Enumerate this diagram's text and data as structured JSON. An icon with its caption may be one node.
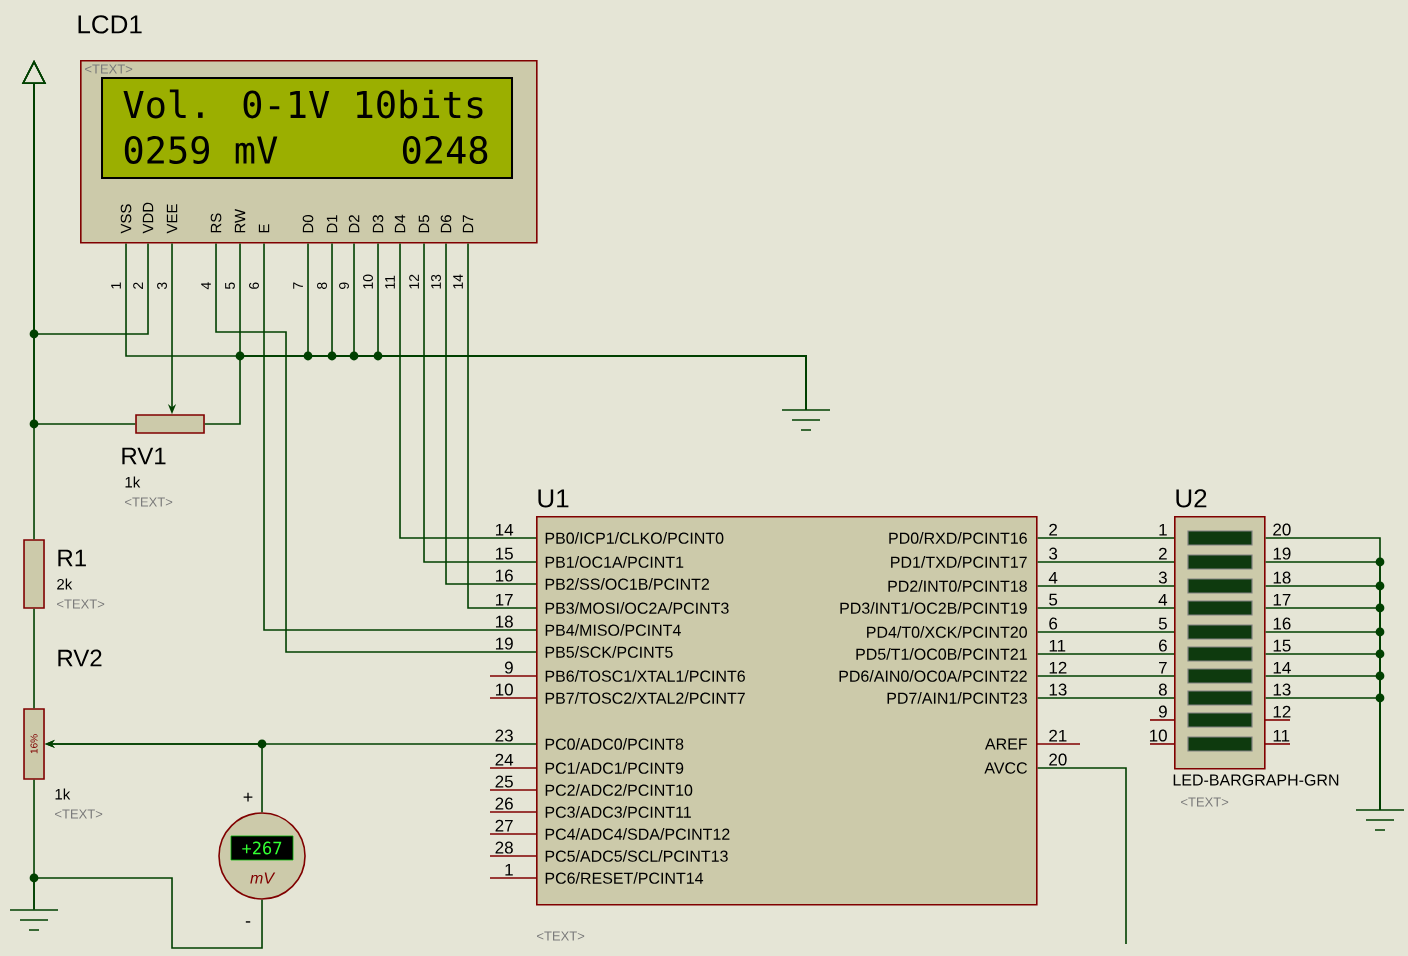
{
  "diagram": {
    "nodes": [
      {
        "text": [
          "LCD1",
          "Vol. 0-1V 10bits",
          "0259 mV",
          "0248",
          "<TEXT>",
          "VSS",
          "VDD",
          "VEE",
          "RS",
          "RW",
          "E",
          "D0",
          "D1",
          "D2",
          "D3",
          "D4",
          "D5",
          "D6",
          "D7"
        ],
        "beside": [
          "1",
          "2",
          "3",
          "4",
          "5",
          "6",
          "7",
          "8",
          "9",
          "10",
          "11",
          "12",
          "13",
          "14"
        ]
      },
      {
        "text": [
          "RV1",
          "1k",
          "<TEXT>"
        ]
      },
      {
        "text": [],
        "shape": "ground"
      },
      {
        "text": [
          "R1",
          "2k",
          "<TEXT>"
        ]
      },
      {
        "text": [
          "RV2",
          "16%",
          "1k",
          "<TEXT>"
        ]
      },
      {
        "text": [
          "+267",
          "mV"
        ],
        "beside": [
          "+",
          "-"
        ]
      },
      {
        "text": [],
        "shape": "ground"
      },
      {
        "text": [
          "U1",
          "PB0/ICP1/CLKO/PCINT0",
          "PB1/OC1A/PCINT1",
          "PB2/SS/OC1B/PCINT2",
          "PB3/MOSI/OC2A/PCINT3",
          "PB4/MISO/PCINT4",
          "PB5/SCK/PCINT5",
          "PB6/TOSC1/XTAL1/PCINT6",
          "PB7/TOSC2/XTAL2/PCINT7",
          "PC0/ADC0/PCINT8",
          "PC1/ADC1/PCINT9",
          "PC2/ADC2/PCINT10",
          "PC3/ADC3/PCINT11",
          "PC4/ADC4/SDA/PCINT12",
          "PC5/ADC5/SCL/PCINT13",
          "PC6/RESET/PCINT14",
          "PD0/RXD/PCINT16",
          "PD1/TXD/PCINT17",
          "PD2/INT0/PCINT18",
          "PD3/INT1/OC2B/PCINT19",
          "PD4/T0/XCK/PCINT20",
          "PD5/T1/OC0B/PCINT21",
          "PD6/AIN0/OC0A/PCINT22",
          "PD7/AIN1/PCINT23",
          "AREF",
          "AVCC",
          "<TEXT>"
        ],
        "beside": [
          "14",
          "15",
          "16",
          "17",
          "18",
          "19",
          "9",
          "10",
          "23",
          "24",
          "25",
          "26",
          "27",
          "28",
          "1",
          "2",
          "3",
          "4",
          "5",
          "6",
          "11",
          "12",
          "13",
          "21",
          "20"
        ]
      },
      {
        "text": [
          "U2",
          "LED-BARGRAPH-GRN",
          "<TEXT>",
          "1",
          "2",
          "3",
          "4",
          "5",
          "6",
          "7",
          "8",
          "9",
          "10",
          "20",
          "19",
          "18",
          "17",
          "16",
          "15",
          "14",
          "13",
          "12",
          "11"
        ]
      },
      {
        "text": [],
        "shape": "ground"
      }
    ],
    "edges": [
      {
        "from": 0,
        "to": 2,
        "arrow": "none"
      },
      {
        "from": 0,
        "to": 2,
        "arrow": "none"
      },
      {
        "from": 0,
        "to": 2,
        "arrow": "none"
      },
      {
        "from": 0,
        "to": 2,
        "arrow": "none"
      },
      {
        "from": 0,
        "to": 2,
        "arrow": "none"
      },
      {
        "from": 0,
        "to": 2,
        "arrow": "none"
      },
      {
        "from": 0,
        "to": null,
        "arrow": "to"
      },
      {
        "from": 0,
        "to": 1,
        "arrow": "to"
      },
      {
        "from": 0,
        "to": 7,
        "arrow": "none"
      },
      {
        "from": 0,
        "to": 7,
        "arrow": "none"
      },
      {
        "from": 0,
        "to": 7,
        "arrow": "none"
      },
      {
        "from": 0,
        "to": 7,
        "arrow": "none"
      },
      {
        "from": 0,
        "to": 7,
        "arrow": "none"
      },
      {
        "from": 0,
        "to": 7,
        "arrow": "none"
      },
      {
        "from": 1,
        "to": null,
        "arrow": "to"
      },
      {
        "from": 1,
        "to": 2,
        "arrow": "none"
      },
      {
        "from": 3,
        "to": null,
        "arrow": "to"
      },
      {
        "from": 3,
        "to": 4,
        "arrow": "none"
      },
      {
        "from": 7,
        "to": 4,
        "arrow": "to"
      },
      {
        "from": 5,
        "to": 4,
        "arrow": "to"
      },
      {
        "from": 4,
        "to": 6,
        "arrow": "none"
      },
      {
        "from": 5,
        "to": 6,
        "arrow": "none"
      },
      {
        "from": 7,
        "to": 8,
        "arrow": "none"
      },
      {
        "from": 7,
        "to": 8,
        "arrow": "none"
      },
      {
        "from": 7,
        "to": 8,
        "arrow": "none"
      },
      {
        "from": 7,
        "to": 8,
        "arrow": "none"
      },
      {
        "from": 7,
        "to": 8,
        "arrow": "none"
      },
      {
        "from": 7,
        "to": 8,
        "arrow": "none"
      },
      {
        "from": 7,
        "to": 8,
        "arrow": "none"
      },
      {
        "from": 7,
        "to": 8,
        "arrow": "none"
      },
      {
        "from": 8,
        "to": 9,
        "arrow": "none"
      },
      {
        "from": 8,
        "to": 9,
        "arrow": "none"
      },
      {
        "from": 8,
        "to": 9,
        "arrow": "none"
      },
      {
        "from": 8,
        "to": 9,
        "arrow": "none"
      },
      {
        "from": 8,
        "to": 9,
        "arrow": "none"
      },
      {
        "from": 8,
        "to": 9,
        "arrow": "none"
      },
      {
        "from": 8,
        "to": 9,
        "arrow": "none"
      },
      {
        "from": 8,
        "to": 9,
        "arrow": "none"
      },
      {
        "from": 7,
        "to": null,
        "arrow": "none"
      }
    ]
  }
}
